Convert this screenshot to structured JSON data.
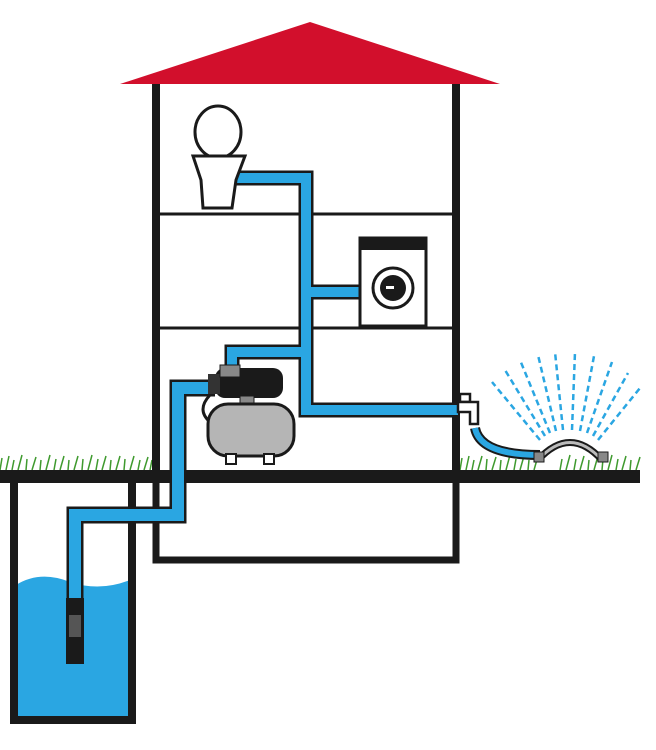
{
  "colors": {
    "roof": "#d20f2c",
    "water": "#2aa6e2",
    "pipe": "#2aa6e2",
    "outline": "#1a1a1a",
    "grass": "#3f9a2e",
    "tank": "#b5b5b5",
    "sprinkler": "#2aa6e2"
  },
  "icons": [
    "roof",
    "house",
    "toilet-icon",
    "washing-machine-icon",
    "pump-icon",
    "pressure-tank-icon",
    "tap-icon",
    "hose-icon",
    "sprinkler-icon",
    "well",
    "submersible-pump-icon"
  ]
}
